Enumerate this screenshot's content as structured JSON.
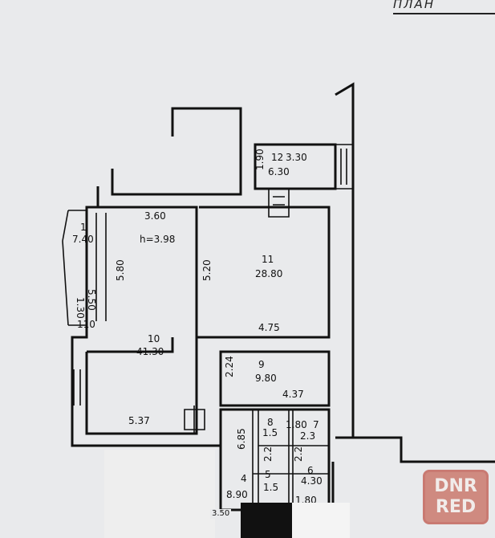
{
  "header": {
    "text": "ПЛАН"
  },
  "watermark": {
    "line1": "DNR",
    "line2": "RED"
  },
  "plan": {
    "ceiling_height": "h=3.98",
    "rooms": [
      {
        "number": "12",
        "area": "6.30",
        "dims": [
          "3.30",
          "1.90"
        ]
      },
      {
        "number": "11",
        "area": "28.80",
        "dims": [
          "5.20",
          "4.75"
        ]
      },
      {
        "number": "10",
        "area": "41.30",
        "dims": [
          "3.60",
          "5.80",
          "5.37"
        ]
      },
      {
        "number": "9",
        "area": "9.80",
        "dims": [
          "2.24",
          "4.37"
        ]
      },
      {
        "number": "1",
        "area": "7.40",
        "dims": [
          "5.50",
          "1.30",
          "110"
        ]
      },
      {
        "number": "4",
        "area": "8.90",
        "dims": [
          "6.85"
        ]
      },
      {
        "number": "5",
        "area": "1.5"
      },
      {
        "number": "6",
        "area": "4.30",
        "dims": [
          "1.80"
        ]
      },
      {
        "number": "7",
        "area": "2.3",
        "dims": [
          "1.80"
        ]
      },
      {
        "number": "8",
        "area": "1.5"
      }
    ],
    "misc": [
      "2.2",
      "2.2",
      "3.50"
    ]
  },
  "colors": {
    "wall": "#111111",
    "paper": "#e9eaec",
    "logo": "#cf8a80"
  }
}
